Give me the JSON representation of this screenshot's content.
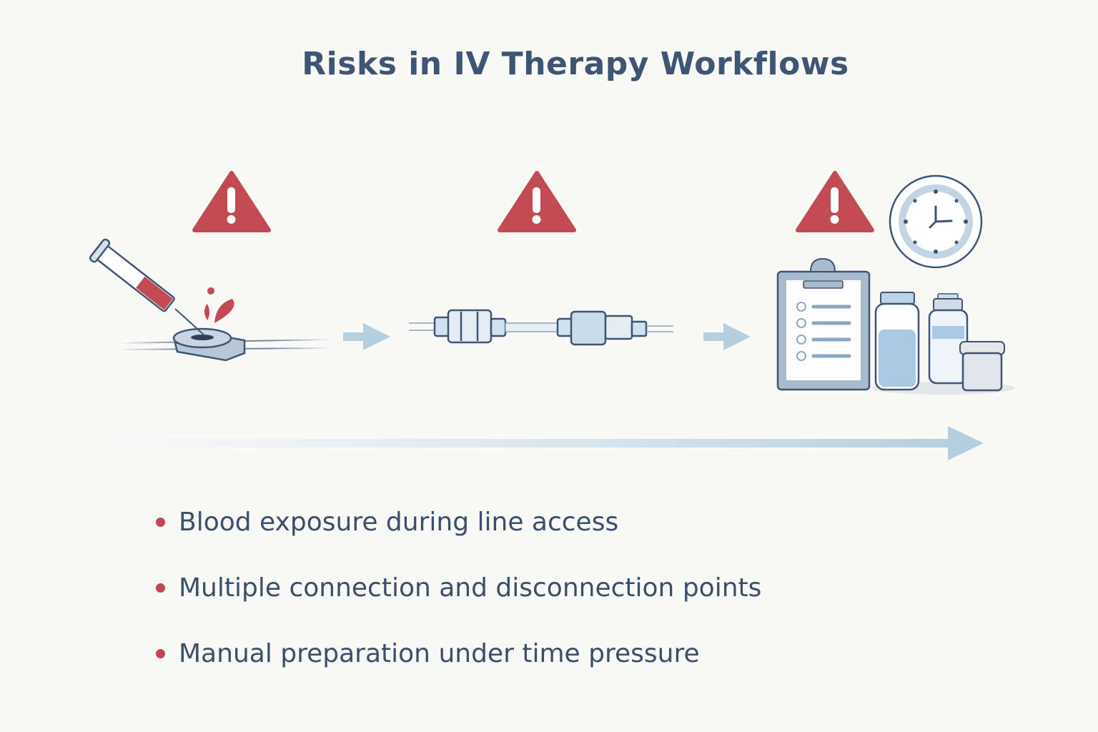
{
  "title": "Risks in IV Therapy Workflows",
  "bullets": [
    "Blood exposure during line access",
    "Multiple connection and disconnection points",
    "Manual preparation under time pressure"
  ],
  "colors": {
    "warning": "#c24a52",
    "outline": "#3e5573",
    "accent": "#a9c8de",
    "text": "#3b5068"
  },
  "icons": [
    "warning-icon",
    "syringe-icon",
    "blood-drops-icon",
    "access-port-icon",
    "line-connector-icon",
    "arrow-right-icon",
    "clipboard-checklist-icon",
    "clock-icon",
    "vial-icon",
    "jar-icon",
    "timeline-arrow-icon"
  ]
}
